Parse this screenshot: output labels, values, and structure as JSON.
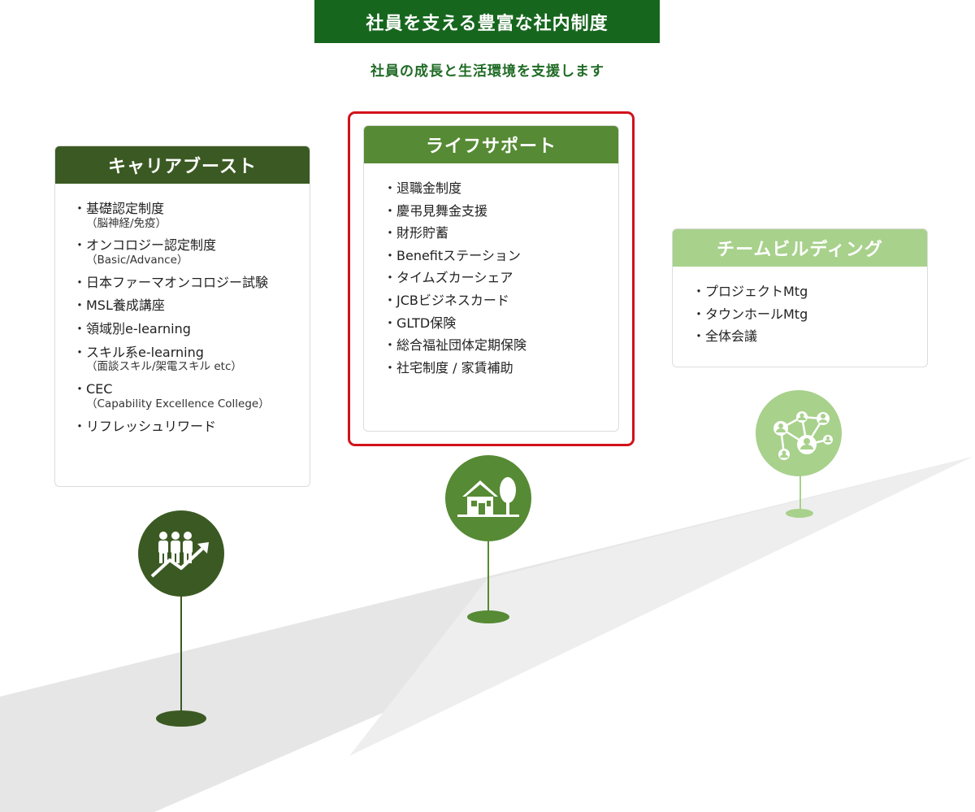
{
  "header": {
    "title": "社員を支える豊富な社内制度",
    "subtitle": "社員の成長と生活環境を支援します"
  },
  "colors": {
    "banner": "#17661e",
    "career": "#3b5a23",
    "life": "#568a34",
    "team": "#a8d18c",
    "highlight": "#d2121a"
  },
  "cards": {
    "career": {
      "title": "キャリアブースト",
      "icon": "people-growth-icon",
      "items": [
        {
          "label": "・基礎認定制度",
          "sub": "（脳神経/免疫）"
        },
        {
          "label": "・オンコロジー認定制度",
          "sub": "（Basic/Advance）"
        },
        {
          "label": "・日本ファーマオンコロジー試験",
          "sub": ""
        },
        {
          "label": "・MSL養成講座",
          "sub": ""
        },
        {
          "label": "・領域別e-learning",
          "sub": ""
        },
        {
          "label": "・スキル系e-learning",
          "sub": "（面談スキル/架電スキル etc）"
        },
        {
          "label": "・CEC",
          "sub": "（Capability Excellence College）"
        },
        {
          "label": "・リフレッシュリワード",
          "sub": ""
        }
      ]
    },
    "life": {
      "title": "ライフサポート",
      "icon": "house-tree-icon",
      "items": [
        {
          "label": "・退職金制度"
        },
        {
          "label": "・慶弔見舞金支援"
        },
        {
          "label": "・財形貯蓄"
        },
        {
          "label": "・Benefitステーション"
        },
        {
          "label": "・タイムズカーシェア"
        },
        {
          "label": "・JCBビジネスカード"
        },
        {
          "label": "・GLTD保険"
        },
        {
          "label": "・総合福祉団体定期保険"
        },
        {
          "label": "・社宅制度 / 家賃補助"
        }
      ]
    },
    "team": {
      "title": "チームビルディング",
      "icon": "network-people-icon",
      "items": [
        {
          "label": "・プロジェクトMtg"
        },
        {
          "label": "・タウンホールMtg"
        },
        {
          "label": "・全体会議"
        }
      ]
    }
  }
}
